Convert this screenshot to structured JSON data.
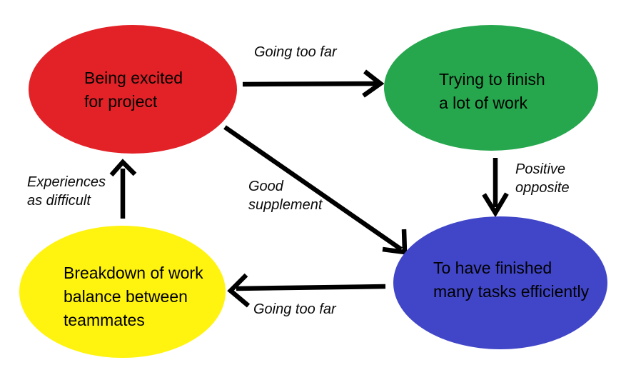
{
  "diagram": {
    "background_color": "#ffffff",
    "arrow_color": "#000000",
    "nodes": [
      {
        "id": "being-excited",
        "label": "Being excited\nfor project",
        "color": "#e32227",
        "text_color": "#000000",
        "shape": "ellipse"
      },
      {
        "id": "trying-to-finish",
        "label": "Trying to finish\na lot of work",
        "color": "#26a74e",
        "text_color": "#000000",
        "shape": "ellipse"
      },
      {
        "id": "finished-tasks",
        "label": "To have finished\nmany tasks efficiently",
        "color": "#4146c8",
        "text_color": "#000000",
        "shape": "ellipse"
      },
      {
        "id": "breakdown-balance",
        "label": "Breakdown of work\nbalance between\nteammates",
        "color": "#fff310",
        "text_color": "#000000",
        "shape": "ellipse"
      }
    ],
    "edges": [
      {
        "from": "being-excited",
        "to": "trying-to-finish",
        "label": "Going too far",
        "direction": "right"
      },
      {
        "from": "trying-to-finish",
        "to": "finished-tasks",
        "label": "Positive\nopposite",
        "direction": "down"
      },
      {
        "from": "being-excited",
        "to": "finished-tasks",
        "label": "Good\nsupplement",
        "direction": "down-right"
      },
      {
        "from": "finished-tasks",
        "to": "breakdown-balance",
        "label": "Going too far",
        "direction": "left"
      },
      {
        "from": "breakdown-balance",
        "to": "being-excited",
        "label": "Experiences\nas difficult",
        "direction": "up"
      }
    ]
  }
}
